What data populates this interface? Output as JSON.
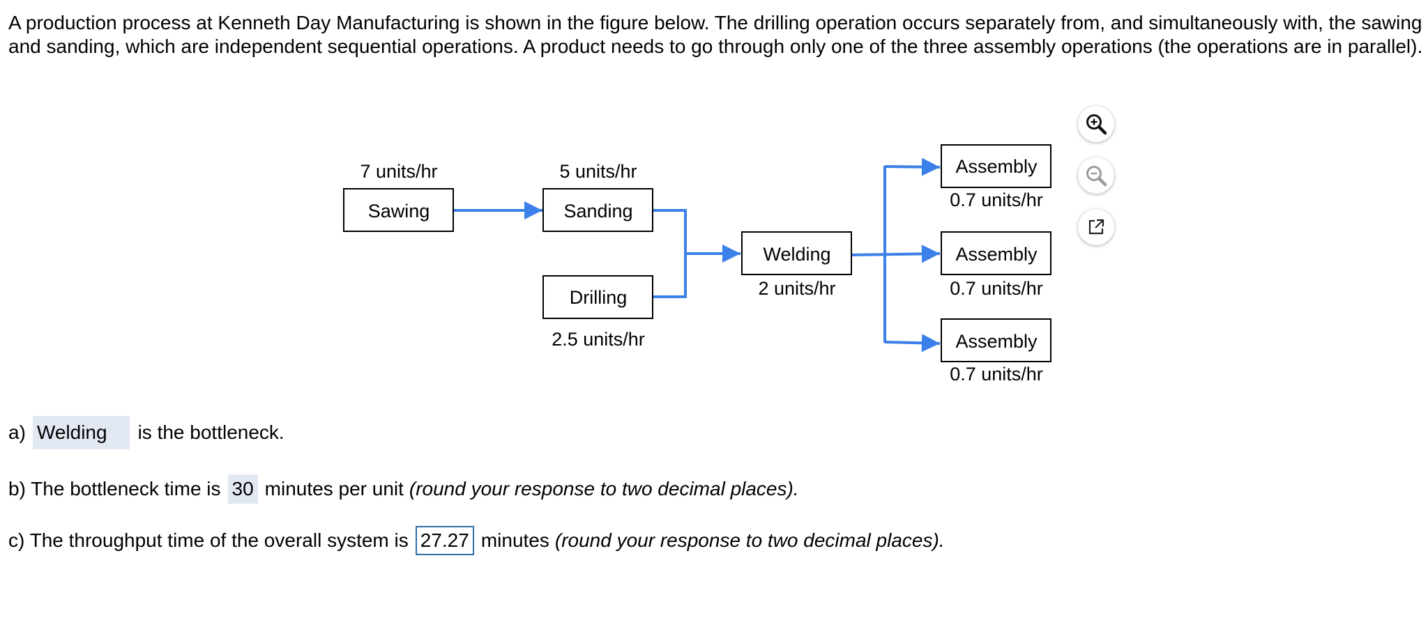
{
  "problem": {
    "intro": "A production process at Kenneth Day Manufacturing is shown in the figure below. The drilling operation occurs separately from, and simultaneously with, the sawing and sanding, which are independent sequential operations. A product needs to go through only one of the three assembly operations (the operations are in parallel)."
  },
  "diagram": {
    "nodes": [
      {
        "id": "sawing",
        "label": "Sawing",
        "rate": "7 units/hr"
      },
      {
        "id": "sanding",
        "label": "Sanding",
        "rate": "5 units/hr"
      },
      {
        "id": "drilling",
        "label": "Drilling",
        "rate": "2.5 units/hr"
      },
      {
        "id": "welding",
        "label": "Welding",
        "rate": "2 units/hr"
      },
      {
        "id": "assembly1",
        "label": "Assembly",
        "rate": "0.7 units/hr"
      },
      {
        "id": "assembly2",
        "label": "Assembly",
        "rate": "0.7 units/hr"
      },
      {
        "id": "assembly3",
        "label": "Assembly",
        "rate": "0.7 units/hr"
      }
    ],
    "flow_color": "#3b7fe8"
  },
  "toolbar": {
    "zoom_in_icon": "zoom-in-icon",
    "zoom_out_icon": "zoom-out-icon",
    "popout_icon": "external-link-icon"
  },
  "questions": {
    "a": {
      "prefix": "a)",
      "answer": "Welding",
      "suffix": "is the bottleneck."
    },
    "b": {
      "prefix": "b) The bottleneck time is",
      "answer": "30",
      "suffix": "minutes per unit",
      "note": "(round your response to two decimal places)."
    },
    "c": {
      "prefix": "c) The throughput time of the overall system is",
      "answer": "27.27",
      "suffix": "minutes",
      "note": "(round your response to two decimal places)."
    }
  }
}
